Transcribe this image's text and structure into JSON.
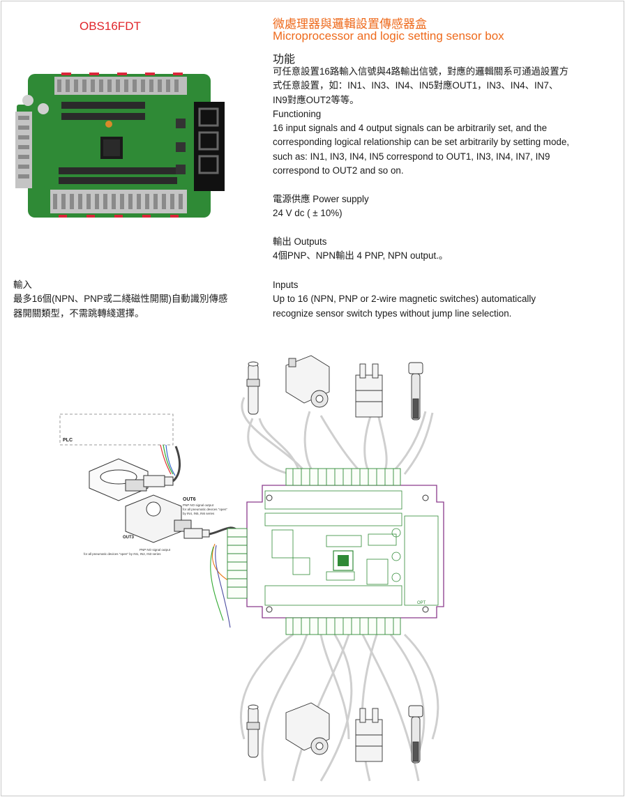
{
  "header": {
    "product_code": "OBS16FDT",
    "title_zh": "微處理器與邏輯設置傳感器盒",
    "title_en": "Microprocessor and logic setting sensor box"
  },
  "functioning": {
    "heading_zh": "功能",
    "text_zh_1": "可任意設置16路輸入信號與4路輸出信號，對應的邏輯關系可通過設置方",
    "text_zh_2": "式任意設置，如：IN1、IN3、IN4、IN5對應OUT1，IN3、IN4、IN7、",
    "text_zh_3": "IN9對應OUT2等等。",
    "heading_en": "Functioning",
    "text_en_1": "16 input signals and 4 output signals can be arbitrarily set, and the",
    "text_en_2": "corresponding logical relationship can be set arbitrarily by setting mode,",
    "text_en_3": "such as: IN1, IN3, IN4, IN5 correspond to OUT1, IN3, IN4, IN7, IN9",
    "text_en_4": "correspond to OUT2 and so on."
  },
  "power": {
    "heading": "電源供應 Power supply",
    "value": "24 V dc ( ± 10%)"
  },
  "outputs": {
    "heading": "輸出 Outputs",
    "value": "4個PNP、NPN輸出  4 PNP, NPN output.。"
  },
  "inputs": {
    "heading_zh": "輸入",
    "text_zh_1": "最多16個(NPN、PNP或二綫磁性開關)自動識別傳感",
    "text_zh_2": "器開關類型，不需跳轉綫選擇。",
    "heading_en": "Inputs",
    "text_en_1": "Up to 16 (NPN, PNP or 2-wire magnetic switches) automatically",
    "text_en_2": "recognize sensor switch types without jump line selection."
  },
  "diagram": {
    "plc_label": "PLC",
    "out6_label": "OUT6",
    "out6_note_1": "PNP NO signal output",
    "out6_note_2": "for all pneumatic devices \"open\"",
    "out6_note_3": "by IN4, IN5, IN6 series",
    "out3_label": "OUT3",
    "out3_note_1": "PNP NO signal output",
    "out3_note_2": "for all pneumatic devices \"open\" by IN1, IN2, IN3 series",
    "board_label": "OPT"
  },
  "colors": {
    "accent_orange": "#ee6a1c",
    "code_red": "#e0242a",
    "pcb_green": "#2f8a36",
    "board_purple": "#8a3a8c",
    "cable_gray": "#c8c8c8"
  }
}
